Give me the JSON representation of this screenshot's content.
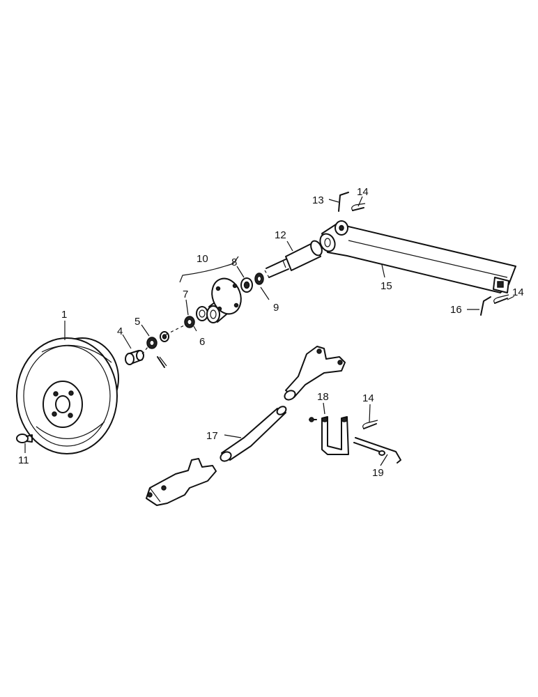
{
  "callouts": {
    "p1": "1",
    "p4": "4",
    "p5": "5",
    "p6": "6",
    "p7": "7",
    "p8": "8",
    "p9": "9",
    "p10": "10",
    "p11": "11",
    "p12": "12",
    "p13": "13",
    "p14a": "14",
    "p14b": "14",
    "p14c": "14",
    "p15": "15",
    "p16": "16",
    "p17": "17",
    "p18": "18",
    "p19": "19"
  }
}
